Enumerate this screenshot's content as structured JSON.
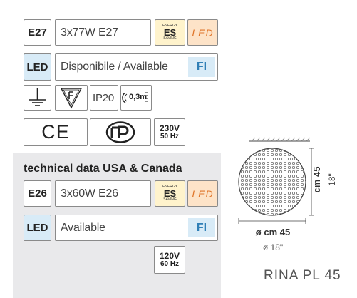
{
  "europe": {
    "socket_code": "E27",
    "bulb_spec": "3x77W E27",
    "energy_label": {
      "line1": "ENERGY",
      "brand": "ES",
      "line3": "SAVING"
    },
    "led_tag": "LED",
    "led_code": "LED",
    "availability": "Disponibile / Available",
    "fi_tag": "FI",
    "ip_rating": "IP20",
    "distance_mark": "0,3m",
    "ce_mark": "CE",
    "voltage": "230V",
    "frequency": "50 Hz"
  },
  "usa": {
    "heading": "technical data USA & Canada",
    "socket_code": "E26",
    "bulb_spec": "3x60W E26",
    "energy_label": {
      "line1": "ENERGY",
      "brand": "ES",
      "line3": "SAVING"
    },
    "led_tag": "LED",
    "led_code": "LED",
    "availability": "Available",
    "fi_tag": "FI",
    "voltage": "120V",
    "frequency": "60 Hz"
  },
  "product": {
    "height_cm": "cm 45",
    "height_in": "18\"",
    "diameter_cm": "ø cm 45",
    "diameter_in": "ø 18\"",
    "model": "RINA PL 45"
  },
  "icons": [
    "ground-icon",
    "flammable-surface-icon",
    "distance-icon",
    "ce-mark-icon",
    "gost-r-icon",
    "ceiling-lamp-drawing"
  ]
}
